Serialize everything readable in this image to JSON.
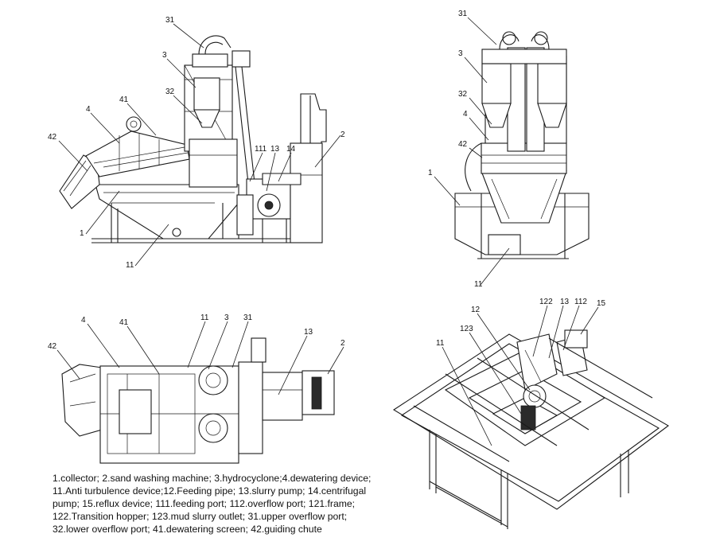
{
  "views": {
    "side": {
      "labels": {
        "c31": "31",
        "c3": "3",
        "c41": "41",
        "c32": "32",
        "c4": "4",
        "c42": "42",
        "c111": "111",
        "c13": "13",
        "c14": "14",
        "c2": "2",
        "c1": "1",
        "c11": "11"
      }
    },
    "front": {
      "labels": {
        "c31": "31",
        "c3": "3",
        "c32": "32",
        "c4": "4",
        "c42": "42",
        "c1": "1",
        "c11": "11"
      }
    },
    "top": {
      "labels": {
        "c4": "4",
        "c41": "41",
        "c11": "11",
        "c3": "3",
        "c31": "31",
        "c13": "13",
        "c2": "2",
        "c42": "42"
      }
    },
    "iso": {
      "labels": {
        "c12": "12",
        "c122": "122",
        "c13": "13",
        "c112": "112",
        "c15": "15",
        "c123": "123",
        "c11": "11"
      }
    }
  },
  "legend": {
    "line1": "1.collector; 2.sand washing machine; 3.hydrocyclone;4.dewatering device;",
    "line2": "11.Anti turbulence device;12.Feeding pipe; 13.slurry pump; 14.centrifugal",
    "line3": "pump; 15.reflux device; 111.feeding port; 112.overflow port; 121.frame;",
    "line4": "122.Transition hopper; 123.mud slurry outlet; 31.upper overflow port;",
    "line5": "32.lower overflow port; 41.dewatering screen; 42.guiding chute"
  }
}
